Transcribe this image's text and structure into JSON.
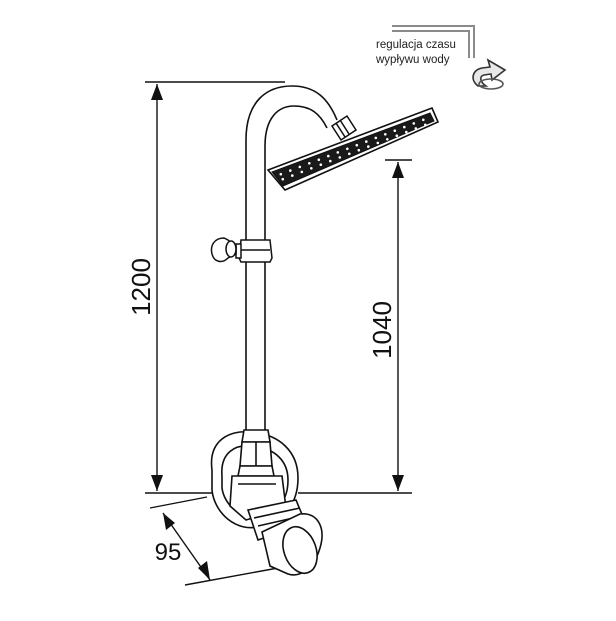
{
  "note": {
    "line1": "regulacja czasu",
    "line2": "wypływu wody"
  },
  "dimensions": {
    "total_height": "1200",
    "head_height": "1040",
    "depth": "95"
  },
  "icons": [
    "timer-rotation-arrow-icon"
  ],
  "colors": {
    "line": "#111111",
    "note_bracket": "#8a8a8a",
    "arrow_fill": "#e6e6e6"
  }
}
